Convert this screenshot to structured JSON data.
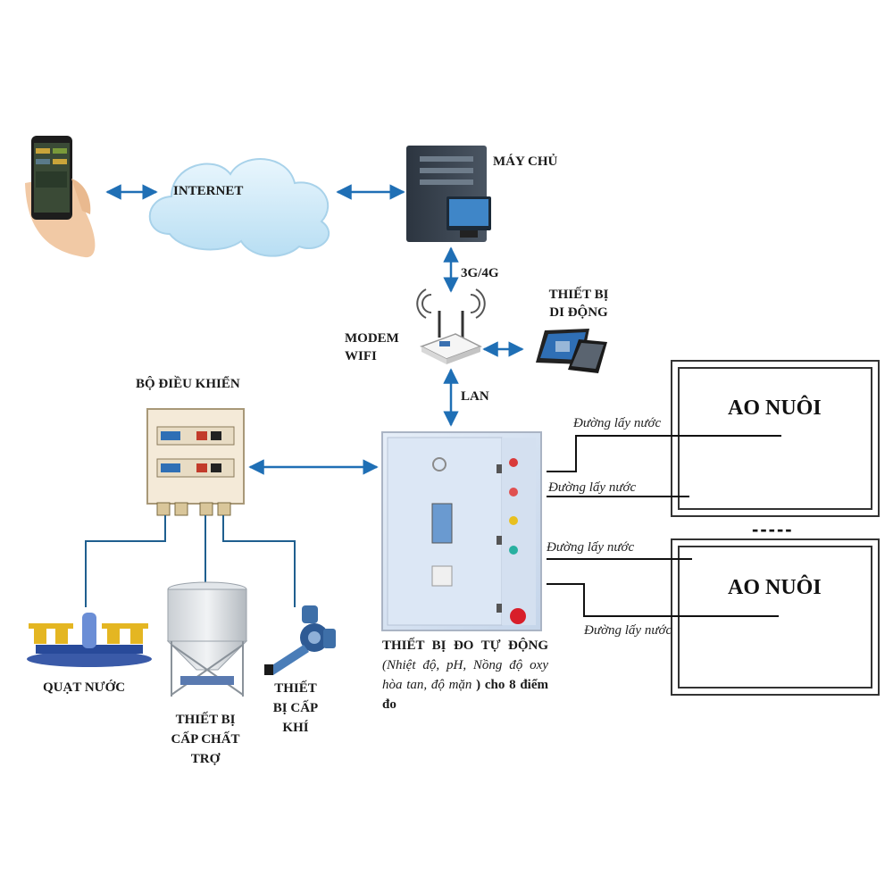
{
  "nodes": {
    "internet": "INTERNET",
    "server": "MÁY CHỦ",
    "link_3g4g": "3G/4G",
    "mobile_devices_line1": "THIẾT BỊ",
    "mobile_devices_line2": "DI ĐỘNG",
    "modem_line1": "MODEM",
    "modem_line2": "WIFI",
    "link_lan": "LAN",
    "controller": "BỘ ĐIỀU KHIỂN",
    "fan": "QUẠT NƯỚC",
    "feeder_line1": "THIẾT BỊ",
    "feeder_line2": "CẤP CHẤT",
    "feeder_line3": "TRỢ",
    "air_line1": "THIẾT",
    "air_line2": "BỊ CẤP",
    "air_line3": "KHÍ"
  },
  "measuring_device": {
    "title": "THIẾT BỊ ĐO TỰ ĐỘNG",
    "params": "(Nhiệt độ, pH, Nồng độ oxy hòa tan, độ mặn)",
    "suffix": ") cho 8 điểm đo"
  },
  "ponds": [
    {
      "title": "AO NUÔI"
    },
    {
      "title": "AO NUÔI"
    }
  ],
  "pipes": [
    "Đường lấy nước",
    "Đường lấy nước",
    "Đường lấy nước",
    "Đường lấy nước"
  ],
  "separator": "-----",
  "colors": {
    "arrow": "#1f6fb5",
    "cable": "#1f5f8f",
    "pipe": "#111111"
  }
}
